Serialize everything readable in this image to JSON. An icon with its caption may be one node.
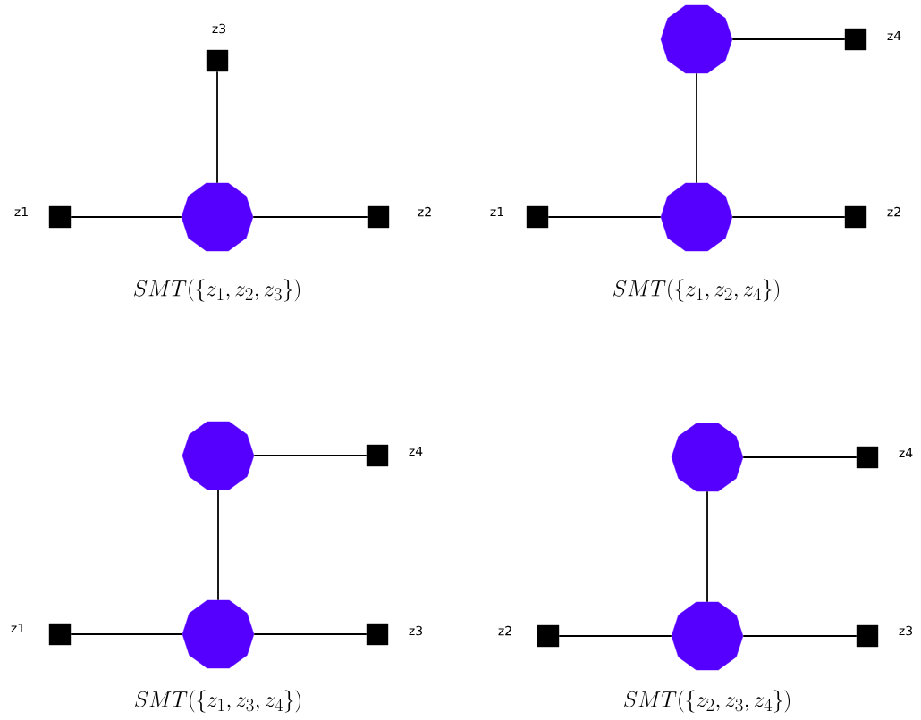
{
  "diagram": {
    "nodes": [
      {
        "text": [],
        "shape": "box",
        "beside": [
          "z3"
        ]
      },
      {
        "text": [],
        "shape": "box",
        "beside": [
          "z1"
        ]
      },
      {
        "text": [],
        "shape": "circle"
      },
      {
        "text": [],
        "shape": "box",
        "beside": [
          "z2"
        ]
      },
      {
        "text": [],
        "shape": "circle"
      },
      {
        "text": [],
        "shape": "box",
        "beside": [
          "z4"
        ]
      },
      {
        "text": [],
        "shape": "box",
        "beside": [
          "z1"
        ]
      },
      {
        "text": [],
        "shape": "circle"
      },
      {
        "text": [],
        "shape": "box",
        "beside": [
          "z2"
        ]
      },
      {
        "text": [],
        "shape": "circle"
      },
      {
        "text": [],
        "shape": "box",
        "beside": [
          "z4"
        ]
      },
      {
        "text": [],
        "shape": "box",
        "beside": [
          "z1"
        ]
      },
      {
        "text": [],
        "shape": "circle"
      },
      {
        "text": [],
        "shape": "box",
        "beside": [
          "z3"
        ]
      },
      {
        "text": [],
        "shape": "circle"
      },
      {
        "text": [],
        "shape": "box",
        "beside": [
          "z4"
        ]
      },
      {
        "text": [],
        "shape": "box",
        "beside": [
          "z2"
        ]
      },
      {
        "text": [],
        "shape": "circle"
      },
      {
        "text": [],
        "shape": "box",
        "beside": [
          "z3"
        ]
      }
    ],
    "edges": [
      {
        "from": 0,
        "to": 2,
        "arrow": "none"
      },
      {
        "from": 1,
        "to": 2,
        "arrow": "none"
      },
      {
        "from": 2,
        "to": 3,
        "arrow": "none"
      },
      {
        "from": 4,
        "to": 5,
        "arrow": "none"
      },
      {
        "from": 4,
        "to": 7,
        "arrow": "none"
      },
      {
        "from": 6,
        "to": 7,
        "arrow": "none"
      },
      {
        "from": 7,
        "to": 8,
        "arrow": "none"
      },
      {
        "from": 9,
        "to": 10,
        "arrow": "none"
      },
      {
        "from": 9,
        "to": 12,
        "arrow": "none"
      },
      {
        "from": 11,
        "to": 12,
        "arrow": "none"
      },
      {
        "from": 12,
        "to": 13,
        "arrow": "none"
      },
      {
        "from": 14,
        "to": 15,
        "arrow": "none"
      },
      {
        "from": 14,
        "to": 17,
        "arrow": "none"
      },
      {
        "from": 16,
        "to": 17,
        "arrow": "none"
      },
      {
        "from": 17,
        "to": 18,
        "arrow": "none"
      }
    ],
    "labels": [
      "SMT(\\{z_1,z_2,z_3\\})",
      "SMT(\\{z_1,z_2,z_4\\})",
      "SMT(\\{z_1,z_3,z_4\\})",
      "SMT(\\{z_2,z_3,z_4\\})"
    ]
  }
}
